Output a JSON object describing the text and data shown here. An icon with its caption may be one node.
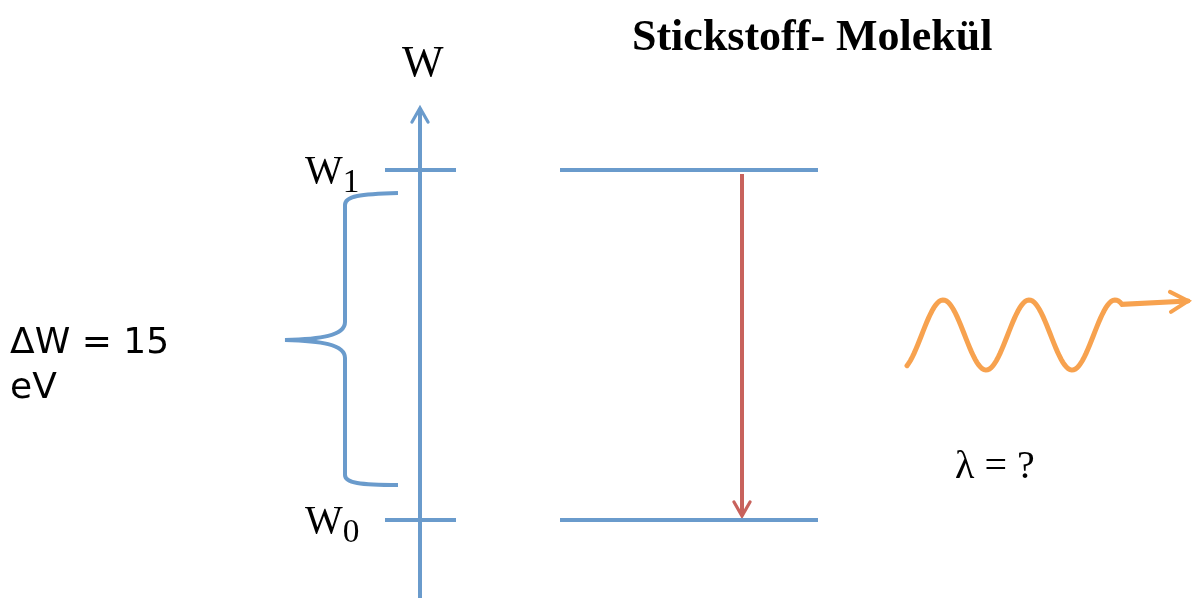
{
  "diagram": {
    "title": "Stickstoff- Molekül",
    "nodes": [
      {
        "text": [],
        "shape": "bar"
      },
      {
        "text": [],
        "shape": "bar"
      }
    ],
    "edges": [
      {
        "from": 0,
        "to": 1,
        "arrow": "to",
        "color": "#c8625c"
      }
    ],
    "labels": [
      "W",
      "W$_{1}$",
      "ΔW = 15 eV",
      "W$_{0}$",
      "λ = ?"
    ]
  }
}
